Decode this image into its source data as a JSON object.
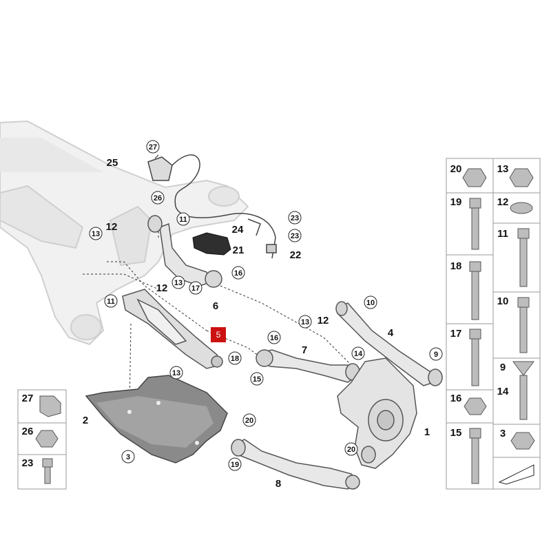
{
  "callouts": {
    "c27": "27",
    "c25": "25",
    "c26": "26",
    "c12a": "12",
    "c11a": "11",
    "c13a": "13",
    "c23a": "23",
    "c24": "24",
    "c23b": "23",
    "c21": "21",
    "c22": "22",
    "c16a": "16",
    "c17": "17",
    "c6": "6",
    "c13b": "13",
    "c12b": "12",
    "c11b": "11",
    "c5": "5",
    "c10": "10",
    "c12c": "12",
    "c13c": "13",
    "c4": "4",
    "c16b": "16",
    "c7": "7",
    "c14a": "14",
    "c9": "9",
    "c18a": "18",
    "c13d": "13",
    "c15a": "15",
    "c2": "2",
    "c3": "3",
    "c1": "1",
    "c20a": "20",
    "c20b": "20",
    "c19a": "19",
    "c8": "8"
  },
  "parts_panel_right": [
    {
      "id": "p20",
      "label": "20",
      "icon": "flange-nut-icon"
    },
    {
      "id": "p13",
      "label": "13",
      "icon": "self-locking-nut-icon"
    },
    {
      "id": "p19",
      "label": "19",
      "icon": "hex-bolt-icon"
    },
    {
      "id": "p12",
      "label": "12",
      "icon": "washer-icon"
    },
    {
      "id": "p11",
      "label": "11",
      "icon": "hex-bolt-icon"
    },
    {
      "id": "p18",
      "label": "18",
      "icon": "hex-bolt-icon"
    },
    {
      "id": "p10",
      "label": "10",
      "icon": "hex-bolt-icon"
    },
    {
      "id": "p17",
      "label": "17",
      "icon": "hex-bolt-icon"
    },
    {
      "id": "p9",
      "label": "9",
      "icon": "eccentric-bolt-icon"
    },
    {
      "id": "p14",
      "label": "14",
      "icon": "eccentric-bolt-icon"
    },
    {
      "id": "p16",
      "label": "16",
      "icon": "flange-nut-icon"
    },
    {
      "id": "p15",
      "label": "15",
      "icon": "hex-bolt-icon"
    },
    {
      "id": "p3",
      "label": "3",
      "icon": "flange-nut-icon"
    }
  ],
  "parts_panel_left": [
    {
      "id": "p27",
      "label": "27",
      "icon": "cable-clip-icon"
    },
    {
      "id": "p26",
      "label": "26",
      "icon": "hex-nut-icon"
    },
    {
      "id": "p23",
      "label": "23",
      "icon": "screw-icon"
    }
  ],
  "colors": {
    "highlight": "#cc1111",
    "line": "#222222",
    "part_fill": "#e9e9e9",
    "frame_fill": "#f2f2f2"
  }
}
